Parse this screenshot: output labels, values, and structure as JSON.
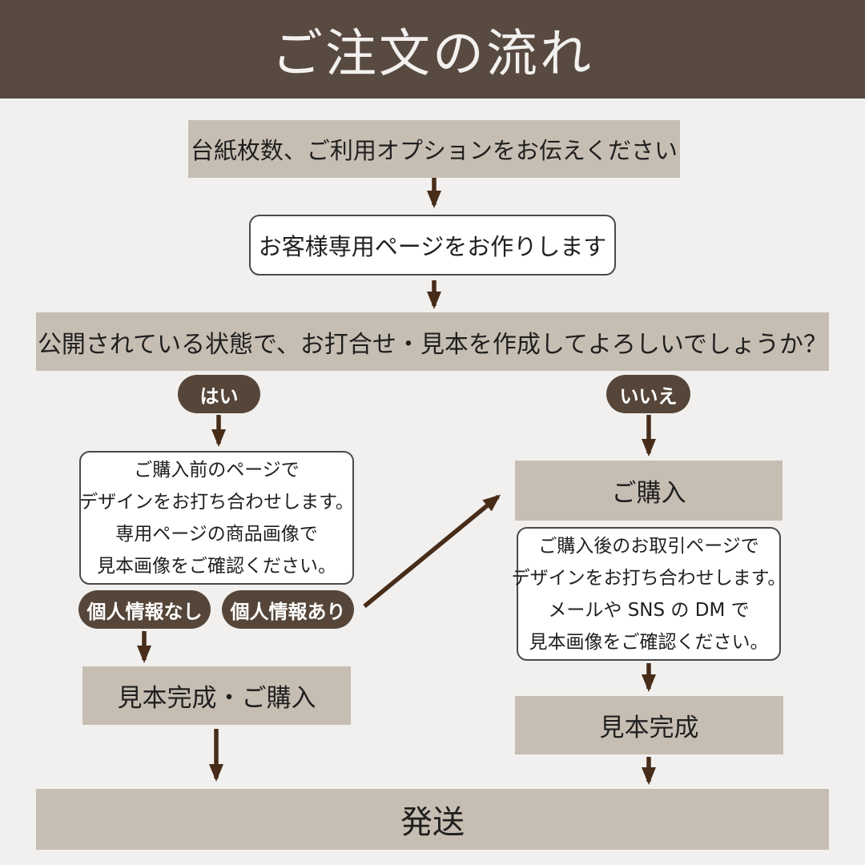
{
  "colors": {
    "background": "#f1f0ee",
    "header_bg": "#594a41",
    "header_text": "#f2f1ef",
    "box_beige": "#c7beb3",
    "box_text": "#1f1f1f",
    "pill_bg": "#564639",
    "pill_text": "#ffffff",
    "arrow": "#472c19",
    "white_box_border": "#4a4a4a"
  },
  "header": {
    "title": "ご注文の流れ"
  },
  "flow": {
    "step1": "台紙枚数、ご利用オプションをお伝えください",
    "step2": "お客様専用ページをお作りします",
    "question": "公開されている状態で、お打合せ・見本を作成してよろしいでしょうか？",
    "yes_label": "はい",
    "no_label": "いいえ",
    "yes_branch": {
      "info_lines": [
        "ご購入前のページで",
        "デザインをお打ち合わせします。",
        "専用ページの商品画像で",
        "見本画像をご確認ください。"
      ],
      "pill_no_personal": "個人情報なし",
      "pill_with_personal": "個人情報あり",
      "complete": "見本完成・ご購入"
    },
    "no_branch": {
      "purchase": "ご購入",
      "info_lines": [
        "ご購入後のお取引ページで",
        "デザインをお打ち合わせします。",
        "メールや SNS の DM で",
        "見本画像をご確認ください。"
      ],
      "complete": "見本完成"
    },
    "final": "発送"
  }
}
